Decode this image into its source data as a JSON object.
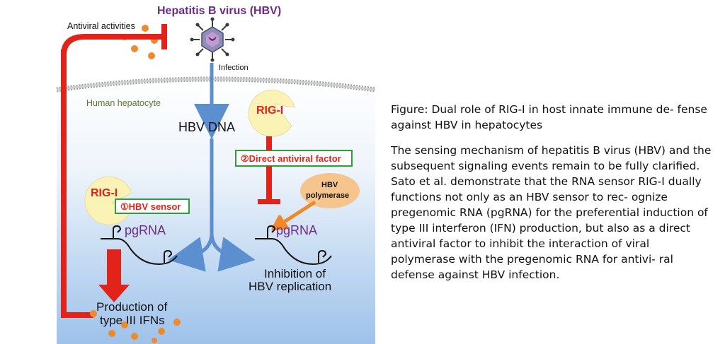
{
  "diagram": {
    "virus_title": "Hepatitis B virus (HBV)",
    "antiviral_activities": "Antiviral activities",
    "infection": "Infection",
    "human_hepatocyte": "Human hepatocyte",
    "hbv_dna": "HBV DNA",
    "rig_i": "RIG-I",
    "direct_antiviral_factor": "②Direct antiviral factor",
    "hbv_sensor": "①HBV sensor",
    "hbv_polymerase_line1": "HBV",
    "hbv_polymerase_line2": "polymerase",
    "pgrna": "pgRNA",
    "inhibition_line1": "Inhibition of",
    "inhibition_line2": "HBV replication",
    "production_line1": "Production of",
    "production_line2": "type III IFNs"
  },
  "caption": {
    "title": "Figure: Dual role of RIG-I in host innate immune de- fense against HBV in hepatocytes",
    "body": "The sensing mechanism of hepatitis B virus (HBV) and the subsequent signaling events remain to be fully clarified. Sato et al. demonstrate that the RNA sensor RIG-I dually functions not only as an HBV sensor to rec- ognize pregenomic RNA (pgRNA) for the preferential induction of type III interferon (IFN) production, but also as a direct antiviral factor to inhibit the interaction of viral polymerase with the pregenomic RNA for antivi- ral defense against HBV infection."
  },
  "colors": {
    "red": "#e2231a",
    "blue_arrow": "#5b8fcf",
    "orange_dot": "#ef8a2b",
    "purple_text": "#6b2a8c",
    "cell_green_text": "#5a7a2a",
    "pacman": "#fbf2b6"
  }
}
